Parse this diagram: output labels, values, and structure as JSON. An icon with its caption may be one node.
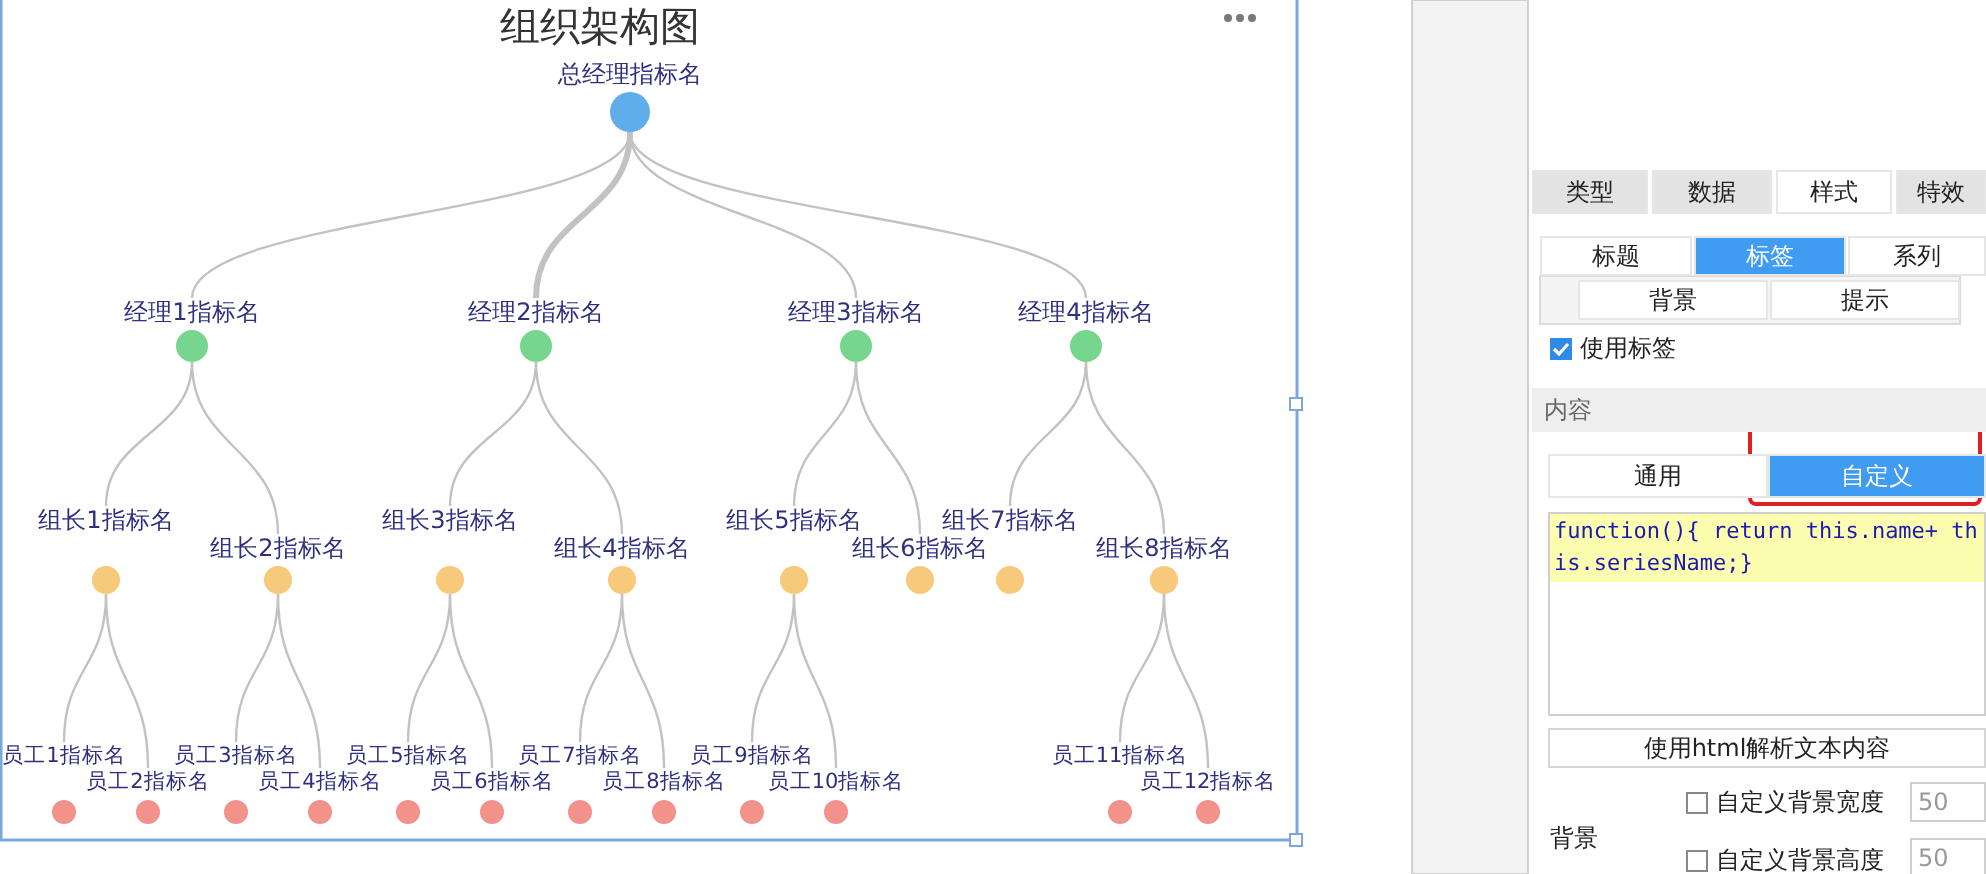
{
  "diagram": {
    "title": "组织架构图",
    "nodes": [
      {
        "text": [
          "总经理指标名"
        ]
      },
      {
        "text": [
          "经理1指标名"
        ]
      },
      {
        "text": [
          "经理2指标名"
        ]
      },
      {
        "text": [
          "经理3指标名"
        ]
      },
      {
        "text": [
          "经理4指标名"
        ]
      },
      {
        "text": [
          "组长1指标名"
        ]
      },
      {
        "text": [
          "组长2指标名"
        ]
      },
      {
        "text": [
          "组长3指标名"
        ]
      },
      {
        "text": [
          "组长4指标名"
        ]
      },
      {
        "text": [
          "组长5指标名"
        ]
      },
      {
        "text": [
          "组长6指标名"
        ]
      },
      {
        "text": [
          "组长7指标名"
        ]
      },
      {
        "text": [
          "组长8指标名"
        ]
      },
      {
        "text": [
          "员工1指标名"
        ]
      },
      {
        "text": [
          "员工2指标名"
        ]
      },
      {
        "text": [
          "员工3指标名"
        ]
      },
      {
        "text": [
          "员工4指标名"
        ]
      },
      {
        "text": [
          "员工5指标名"
        ]
      },
      {
        "text": [
          "员工6指标名"
        ]
      },
      {
        "text": [
          "员工7指标名"
        ]
      },
      {
        "text": [
          "员工8指标名"
        ]
      },
      {
        "text": [
          "员工9指标名"
        ]
      },
      {
        "text": [
          "员工10指标名"
        ]
      },
      {
        "text": [
          "员工11指标名"
        ]
      },
      {
        "text": [
          "员工12指标名"
        ]
      }
    ],
    "edges": [
      {
        "from": 0,
        "to": 1,
        "arrow": "none"
      },
      {
        "from": 0,
        "to": 2,
        "arrow": "none",
        "style": "thick"
      },
      {
        "from": 0,
        "to": 3,
        "arrow": "none"
      },
      {
        "from": 0,
        "to": 4,
        "arrow": "none"
      },
      {
        "from": 1,
        "to": 5,
        "arrow": "none"
      },
      {
        "from": 1,
        "to": 6,
        "arrow": "none"
      },
      {
        "from": 2,
        "to": 7,
        "arrow": "none"
      },
      {
        "from": 2,
        "to": 8,
        "arrow": "none"
      },
      {
        "from": 3,
        "to": 9,
        "arrow": "none"
      },
      {
        "from": 3,
        "to": 10,
        "arrow": "none"
      },
      {
        "from": 4,
        "to": 11,
        "arrow": "none"
      },
      {
        "from": 4,
        "to": 12,
        "arrow": "none"
      },
      {
        "from": 5,
        "to": 13,
        "arrow": "none"
      },
      {
        "from": 5,
        "to": 14,
        "arrow": "none"
      },
      {
        "from": 6,
        "to": 15,
        "arrow": "none"
      },
      {
        "from": 6,
        "to": 16,
        "arrow": "none"
      },
      {
        "from": 7,
        "to": 17,
        "arrow": "none"
      },
      {
        "from": 7,
        "to": 18,
        "arrow": "none"
      },
      {
        "from": 8,
        "to": 19,
        "arrow": "none"
      },
      {
        "from": 8,
        "to": 20,
        "arrow": "none"
      },
      {
        "from": 9,
        "to": 21,
        "arrow": "none"
      },
      {
        "from": 9,
        "to": 22,
        "arrow": "none"
      },
      {
        "from": 12,
        "to": 23,
        "arrow": "none"
      },
      {
        "from": 12,
        "to": 24,
        "arrow": "none"
      }
    ],
    "labels": [
      "类型",
      "数据",
      "样式",
      "特效",
      "标题",
      "标签",
      "系列",
      "背景",
      "提示",
      "使用标签",
      "内容",
      "通用",
      "自定义",
      "function(){ return this.name+ this.seriesName;}",
      "使用html解析文本内容",
      "自定义背景宽度",
      "50",
      "背景",
      "自定义背景高度",
      "50"
    ]
  }
}
